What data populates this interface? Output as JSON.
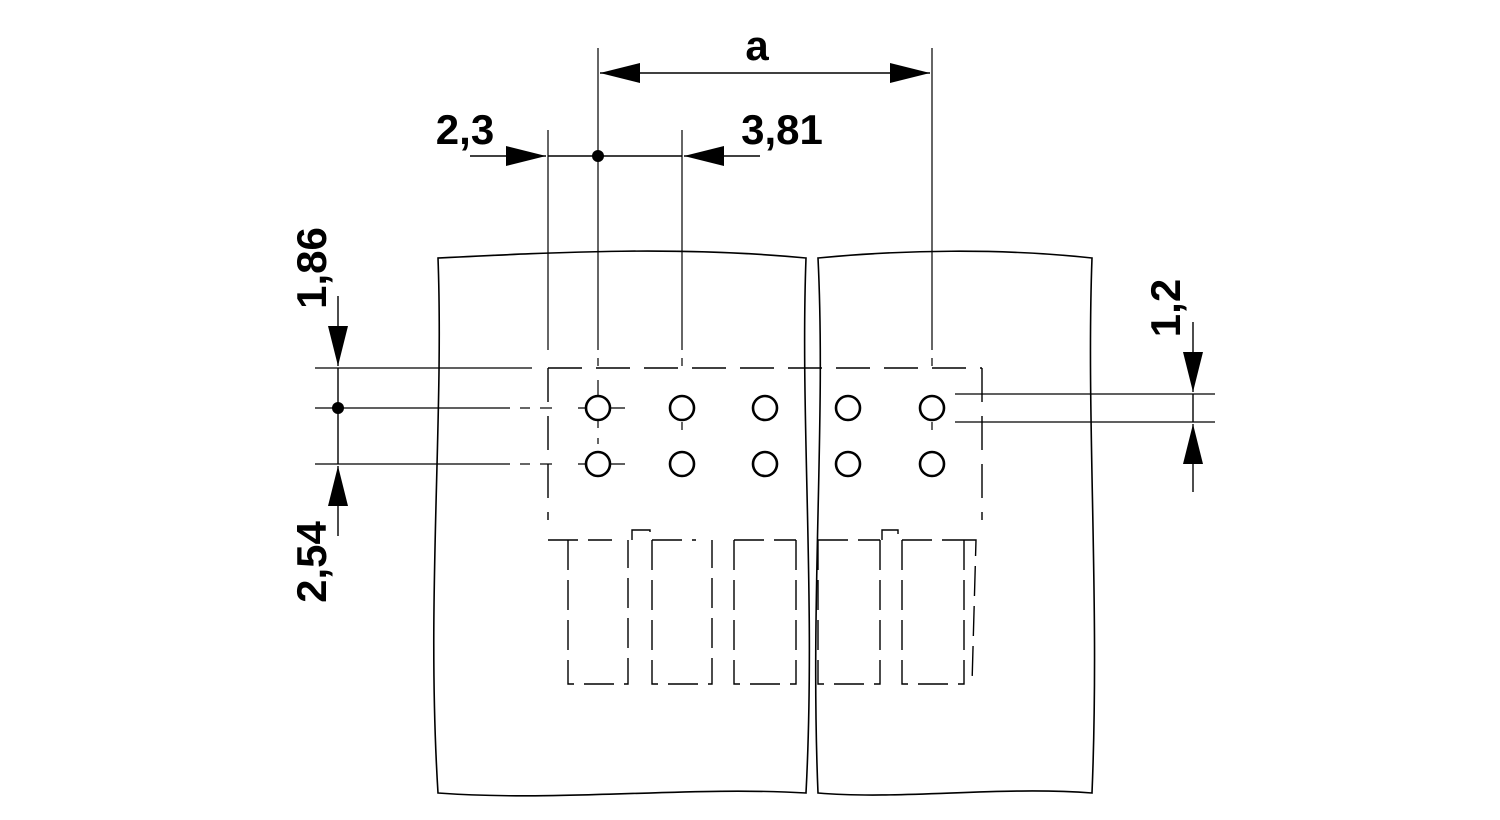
{
  "dimensions": {
    "pitch_label": "a",
    "offset_label": "2,3",
    "spacing_label": "3,81",
    "top_offset_label": "1,86",
    "row_pitch_label": "2,54",
    "hole_diameter_label": "1,2"
  },
  "colors": {
    "stroke": "#000000",
    "background": "#ffffff"
  }
}
